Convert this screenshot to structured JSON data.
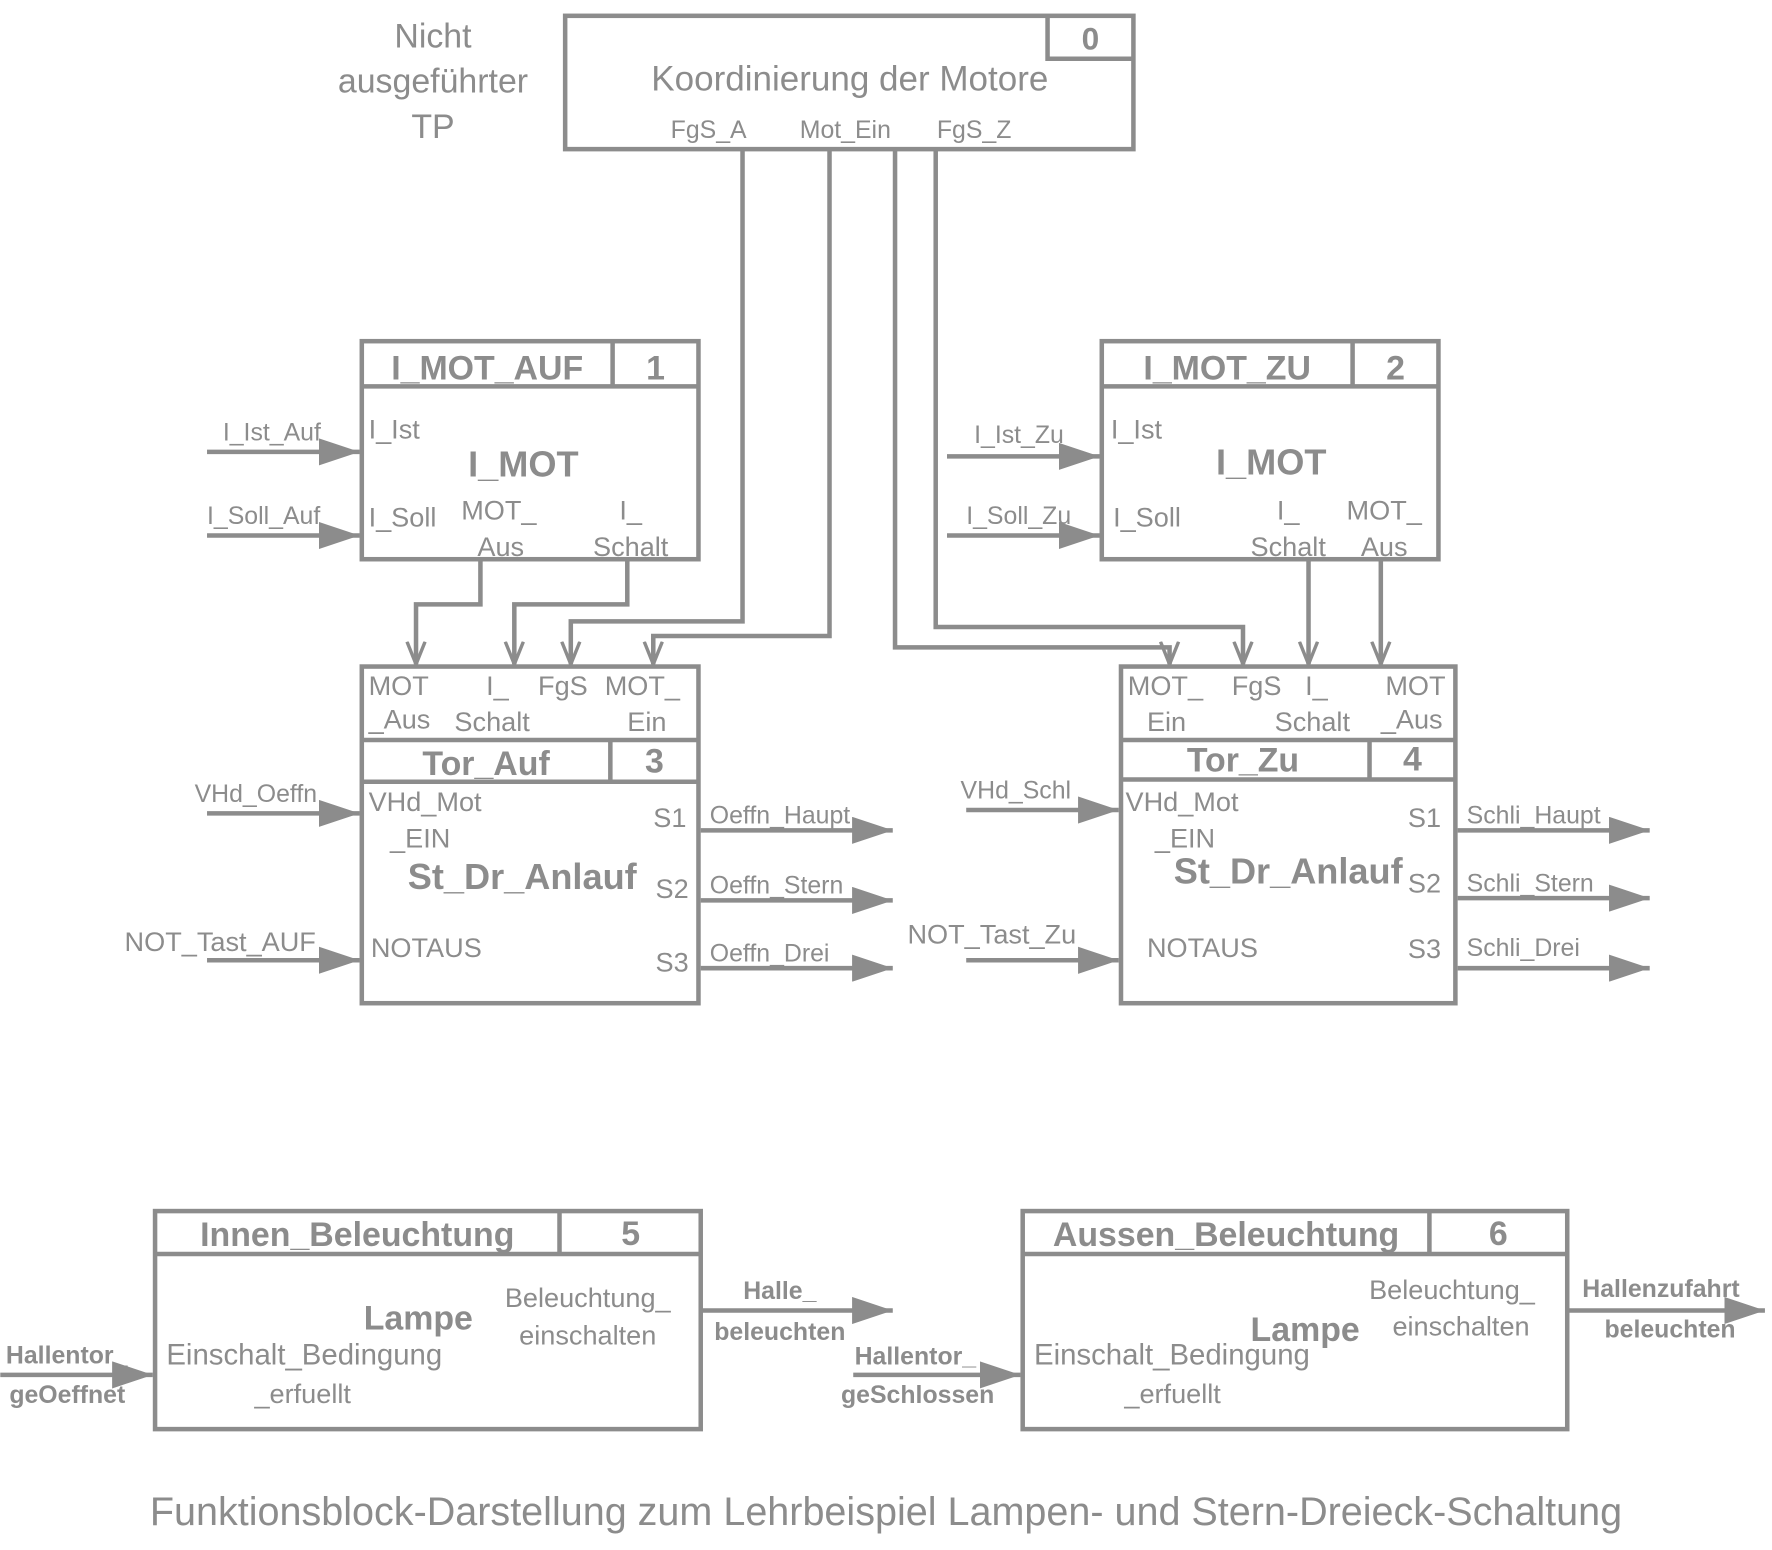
{
  "note": [
    "Nicht",
    "ausgeführter",
    "TP"
  ],
  "block0": {
    "number": "0",
    "title": "Koordinierung der Motore",
    "outputs": {
      "fgs_a": "FgS_A",
      "mot_ein": "Mot_Ein",
      "fgs_z": "FgS_Z"
    }
  },
  "block1": {
    "name": "I_MOT_AUF",
    "number": "1",
    "type": "I_MOT",
    "inputs": {
      "ist": "I_Ist",
      "soll": "I_Soll"
    },
    "outputs": {
      "mot_aus": [
        "MOT_",
        "Aus"
      ],
      "i_schalt": [
        "I_",
        "Schalt"
      ]
    },
    "signals": {
      "ist": "I_Ist_Auf",
      "soll": "I_Soll_Auf"
    }
  },
  "block2": {
    "name": "I_MOT_ZU",
    "number": "2",
    "type": "I_MOT",
    "inputs": {
      "ist": "I_Ist",
      "soll": "I_Soll"
    },
    "outputs": {
      "i_schalt": [
        "I_",
        "Schalt"
      ],
      "mot_aus": [
        "MOT_",
        "Aus"
      ]
    },
    "signals": {
      "ist": "I_Ist_Zu",
      "soll": "I_Soll_Zu"
    }
  },
  "block3": {
    "name": "Tor_Auf",
    "number": "3",
    "type": "St_Dr_Anlauf",
    "top_inputs": {
      "mot_aus": [
        "MOT",
        "_Aus"
      ],
      "i_schalt": [
        "I_",
        "Schalt"
      ],
      "fgs": "FgS",
      "mot_ein": [
        "MOT_",
        "Ein"
      ]
    },
    "inputs": {
      "vhd": [
        "VHd_Mot",
        "_EIN"
      ],
      "notaus": "NOTAUS"
    },
    "outputs": {
      "s1": "S1",
      "s2": "S2",
      "s3": "S3"
    },
    "signals": {
      "vhd": "VHd_Oeffn",
      "notaus": "NOT_Tast_AUF",
      "s1": "Oeffn_Haupt",
      "s2": "Oeffn_Stern",
      "s3": "Oeffn_Drei"
    }
  },
  "block4": {
    "name": "Tor_Zu",
    "number": "4",
    "type": "St_Dr_Anlauf",
    "top_inputs": {
      "mot_ein": [
        "MOT_",
        "Ein"
      ],
      "fgs": "FgS",
      "i_schalt": [
        "I_",
        "Schalt"
      ],
      "mot_aus": [
        "MOT",
        "_Aus"
      ]
    },
    "inputs": {
      "vhd": [
        "VHd_Mot",
        "_EIN"
      ],
      "notaus": "NOTAUS"
    },
    "outputs": {
      "s1": "S1",
      "s2": "S2",
      "s3": "S3"
    },
    "signals": {
      "vhd": "VHd_Schl",
      "notaus": "NOT_Tast_Zu",
      "s1": "Schli_Haupt",
      "s2": "Schli_Stern",
      "s3": "Schli_Drei"
    }
  },
  "block5": {
    "name": "Innen_Beleuchtung",
    "number": "5",
    "type": "Lampe",
    "input": [
      "Einschalt_Bedingung",
      "_erfuellt"
    ],
    "output": [
      "Beleuchtung_",
      "einschalten"
    ],
    "signal_in": [
      "Hallentor_",
      "geOeffnet"
    ],
    "signal_out": [
      "Halle_",
      "beleuchten"
    ]
  },
  "block6": {
    "name": "Aussen_Beleuchtung",
    "number": "6",
    "type": "Lampe",
    "input": [
      "Einschalt_Bedingung",
      "_erfuellt"
    ],
    "output": [
      "Beleuchtung_",
      "einschalten"
    ],
    "signal_in": [
      "Hallentor_",
      "geSchlossen"
    ],
    "signal_out": [
      "Hallenzufahrt",
      "beleuchten"
    ]
  },
  "caption": "Funktionsblock-Darstellung zum Lehrbeispiel Lampen- und Stern-Dreieck-Schaltung",
  "colors": {
    "ink": "#8c8c8c",
    "background": "#ffffff"
  }
}
